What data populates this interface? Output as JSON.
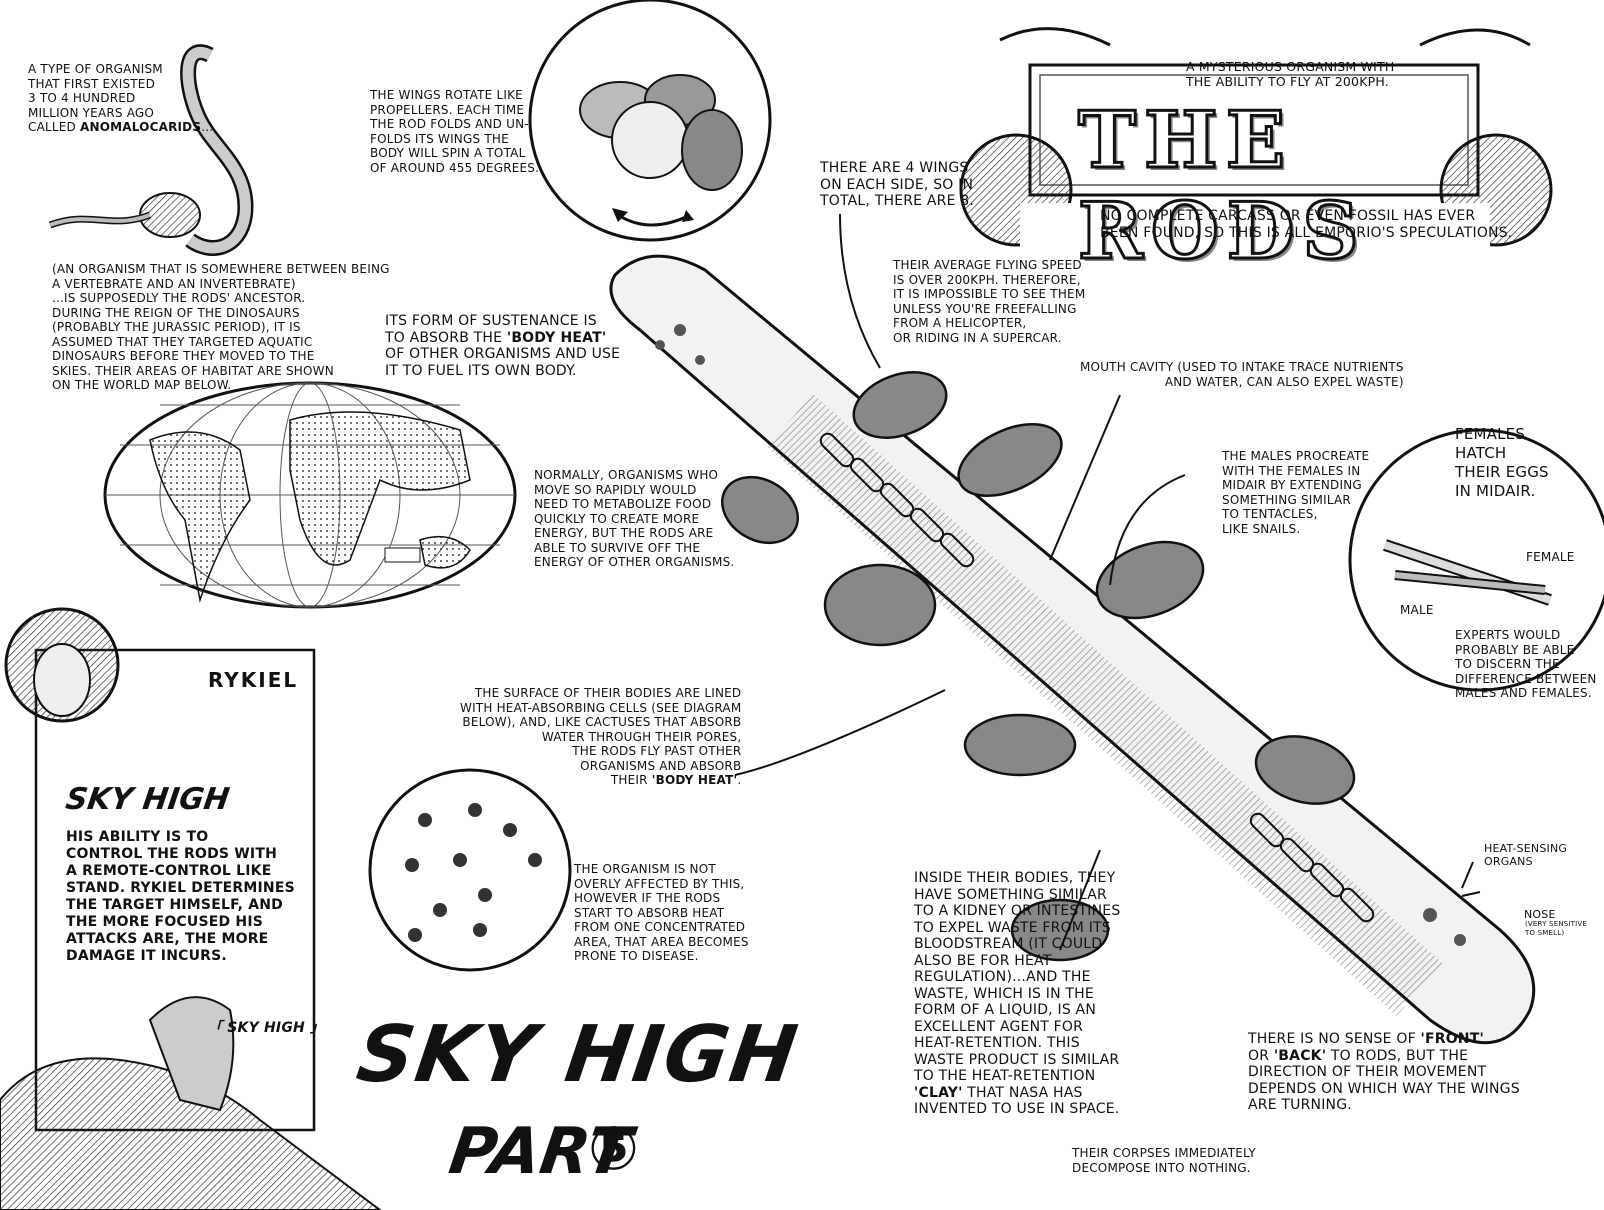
{
  "banner": {
    "tagline": "A MYSTERIOUS ORGANISM WITH\nTHE ABILITY TO FLY AT 200KPH.",
    "title": "THE RODS",
    "disclaimer": "NO COMPLETE CARCASS OR EVEN FOSSIL HAS EVER\nBEEN FOUND, SO THIS IS ALL EMPORIO'S SPECULATIONS."
  },
  "ancestor": {
    "intro": "A TYPE OF ORGANISM\nTHAT FIRST EXISTED\n3 TO 4 HUNDRED\nMILLION YEARS AGO\nCALLED ",
    "intro_bold": "ANOMALOCARIDS",
    "intro_end": "...",
    "description": "(AN ORGANISM THAT IS SOMEWHERE BETWEEN BEING\nA VERTEBRATE AND AN INVERTEBRATE)\n...IS SUPPOSEDLY THE RODS' ANCESTOR.\nDURING THE REIGN OF THE DINOSAURS\n(PROBABLY THE JURASSIC PERIOD), IT IS\nASSUMED THAT THEY TARGETED AQUATIC\nDINOSAURS BEFORE THEY MOVED TO THE\nSKIES. THEIR AREAS OF HABITAT ARE SHOWN\nON THE WORLD MAP BELOW."
  },
  "wings_rotate": "THE WINGS ROTATE LIKE\nPROPELLERS. EACH TIME\nTHE ROD FOLDS AND UN-\nFOLDS ITS WINGS THE\nBODY WILL SPIN A TOTAL\nOF AROUND 455 DEGREES.",
  "wings_count": "THERE ARE 4 WINGS\nON EACH SIDE, SO IN\nTOTAL, THERE ARE 8.",
  "speed": "THEIR AVERAGE FLYING SPEED\nIS OVER 200KPH. THEREFORE,\nIT IS IMPOSSIBLE TO SEE THEM\nUNLESS YOU'RE FREEFALLING\nFROM A HELICOPTER,\nOR RIDING IN A SUPERCAR.",
  "sustenance": {
    "a": "ITS FORM OF SUSTENANCE IS\nTO ABSORB THE ",
    "bold": "'BODY HEAT'",
    "b": "\nOF OTHER ORGANISMS AND USE\nIT TO FUEL ITS OWN BODY."
  },
  "mouth": "MOUTH CAVITY (USED TO INTAKE TRACE NUTRIENTS\nAND WATER, CAN ALSO EXPEL WASTE)",
  "metabolism": "NORMALLY, ORGANISMS WHO\nMOVE SO RAPIDLY WOULD\nNEED TO METABOLIZE FOOD\nQUICKLY TO CREATE MORE\nENERGY, BUT THE RODS ARE\nABLE TO SURVIVE OFF THE\nENERGY OF OTHER ORGANISMS.",
  "males": "THE MALES PROCREATE\nWITH THE FEMALES IN\nMIDAIR BY EXTENDING\nSOMETHING SIMILAR\nTO TENTACLES,\nLIKE SNAILS.",
  "eggs": {
    "title": "FEMALES\nHATCH\nTHEIR EGGS\nIN MIDAIR.",
    "female": "FEMALE",
    "male": "MALE",
    "experts": "EXPERTS WOULD\nPROBABLY BE ABLE\nTO DISCERN THE\nDIFFERENCE BETWEEN\nMALES AND FEMALES."
  },
  "rykiel": {
    "name": "RYKIEL",
    "stand": "SKY HIGH",
    "ability": "HIS ABILITY IS TO\nCONTROL THE RODS WITH\nA REMOTE-CONTROL LIKE\nSTAND. RYKIEL DETERMINES\nTHE TARGET HIMSELF, AND\nTHE MORE FOCUSED HIS\nATTACKS ARE, THE MORE\nDAMAGE IT INCURS.",
    "caption": "「 SKY HIGH 」"
  },
  "surface": {
    "a": "THE SURFACE OF THEIR BODIES ARE LINED\nWITH HEAT-ABSORBING CELLS (SEE DIAGRAM\nBELOW), AND, LIKE CACTUSES THAT ABSORB\nWATER THROUGH THEIR PORES,\nTHE RODS FLY PAST OTHER\nORGANISMS AND ABSORB\nTHEIR ",
    "bold": "'BODY HEAT'",
    "b": "."
  },
  "disease": "THE ORGANISM IS NOT\nOVERLY AFFECTED BY THIS,\nHOWEVER IF THE RODS\nSTART TO ABSORB HEAT\nFROM ONE CONCENTRATED\nAREA, THAT AREA BECOMES\nPRONE TO DISEASE.",
  "kidney": {
    "a": "INSIDE THEIR BODIES, THEY\nHAVE SOMETHING SIMILAR\nTO A KIDNEY OR INTESTINES\nTO EXPEL WASTE FROM ITS\nBLOODSTREAM (IT COULD\nALSO BE FOR HEAT\nREGULATION)...AND THE\nWASTE, WHICH IS IN THE\nFORM OF A LIQUID, IS AN\nEXCELLENT AGENT FOR\nHEAT-RETENTION. THIS\nWASTE PRODUCT IS SIMILAR\nTO THE HEAT-RETENTION\n",
    "bold": "'CLAY'",
    "b": " THAT NASA HAS\nINVENTED TO USE IN SPACE."
  },
  "heat_sensing": "HEAT-SENSING\nORGANS",
  "nose": "NOSE",
  "nose_note": "(VERY SENSITIVE\nTO SMELL)",
  "front_back": {
    "a": "THERE IS NO SENSE OF ",
    "front": "'FRONT'",
    "b": "\nOR ",
    "back": "'BACK'",
    "c": " TO RODS, BUT THE\nDIRECTION OF THEIR MOVEMENT\nDEPENDS ON WHICH WAY THE WINGS\nARE TURNING."
  },
  "corpses": "THEIR CORPSES IMMEDIATELY\nDECOMPOSE INTO NOTHING.",
  "chapter": {
    "title": "SKY HIGH",
    "part": "PART",
    "number": "⑤"
  }
}
